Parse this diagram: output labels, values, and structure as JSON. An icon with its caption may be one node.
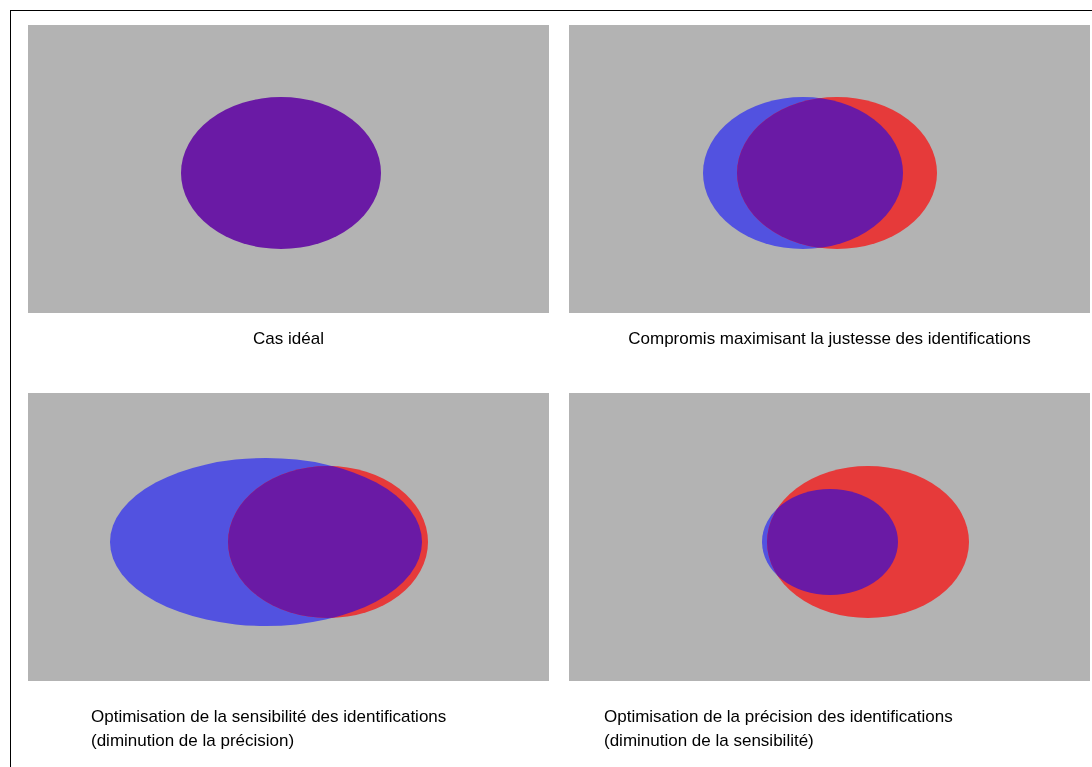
{
  "diagram": {
    "nodes": [
      {
        "text": [
          "Cas idéal"
        ]
      },
      {
        "text": [
          "Compromis maximisant la justesse des identifications"
        ]
      },
      {
        "text": [
          "Optimisation de la sensibilité des identifications",
          "(diminution de la précision)"
        ]
      },
      {
        "text": [
          "Optimisation de la précision des identifications",
          "(diminution de la sensibilité)"
        ]
      }
    ]
  }
}
